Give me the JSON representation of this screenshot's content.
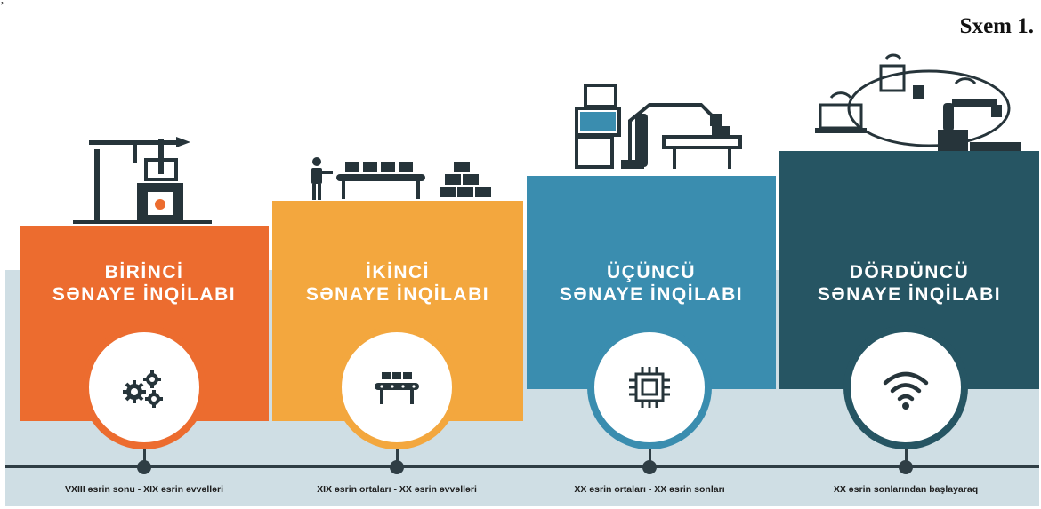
{
  "corner_mark": "ʼ",
  "title": "Sxem 1.",
  "stages": [
    {
      "line1": "BİRİNCİ",
      "line2": "SƏNAYE İNQİLABI",
      "period": "VXIII əsrin sonu - XIX əsrin əvvəlləri",
      "color": "#ec6c2f",
      "icon": "gears-icon",
      "illustration": "steam-engine"
    },
    {
      "line1": "İKİNCİ",
      "line2": "SƏNAYE İNQİLABI",
      "period": "XIX əsrin ortaları - XX əsrin əvvəlləri",
      "color": "#f3a73e",
      "icon": "conveyor-icon",
      "illustration": "assembly-line"
    },
    {
      "line1": "ÜÇÜNCÜ",
      "line2": "SƏNAYE İNQİLABI",
      "period": "XX əsrin ortaları - XX əsrin sonları",
      "color": "#3a8daf",
      "icon": "microchip-icon",
      "illustration": "computer-robot-arm"
    },
    {
      "line1": "DÖRDÜNCÜ",
      "line2": "SƏNAYE İNQİLABI",
      "period": "XX əsrin sonlarından başlayaraq",
      "color": "#265563",
      "icon": "wifi-icon",
      "illustration": "connected-robot"
    }
  ]
}
